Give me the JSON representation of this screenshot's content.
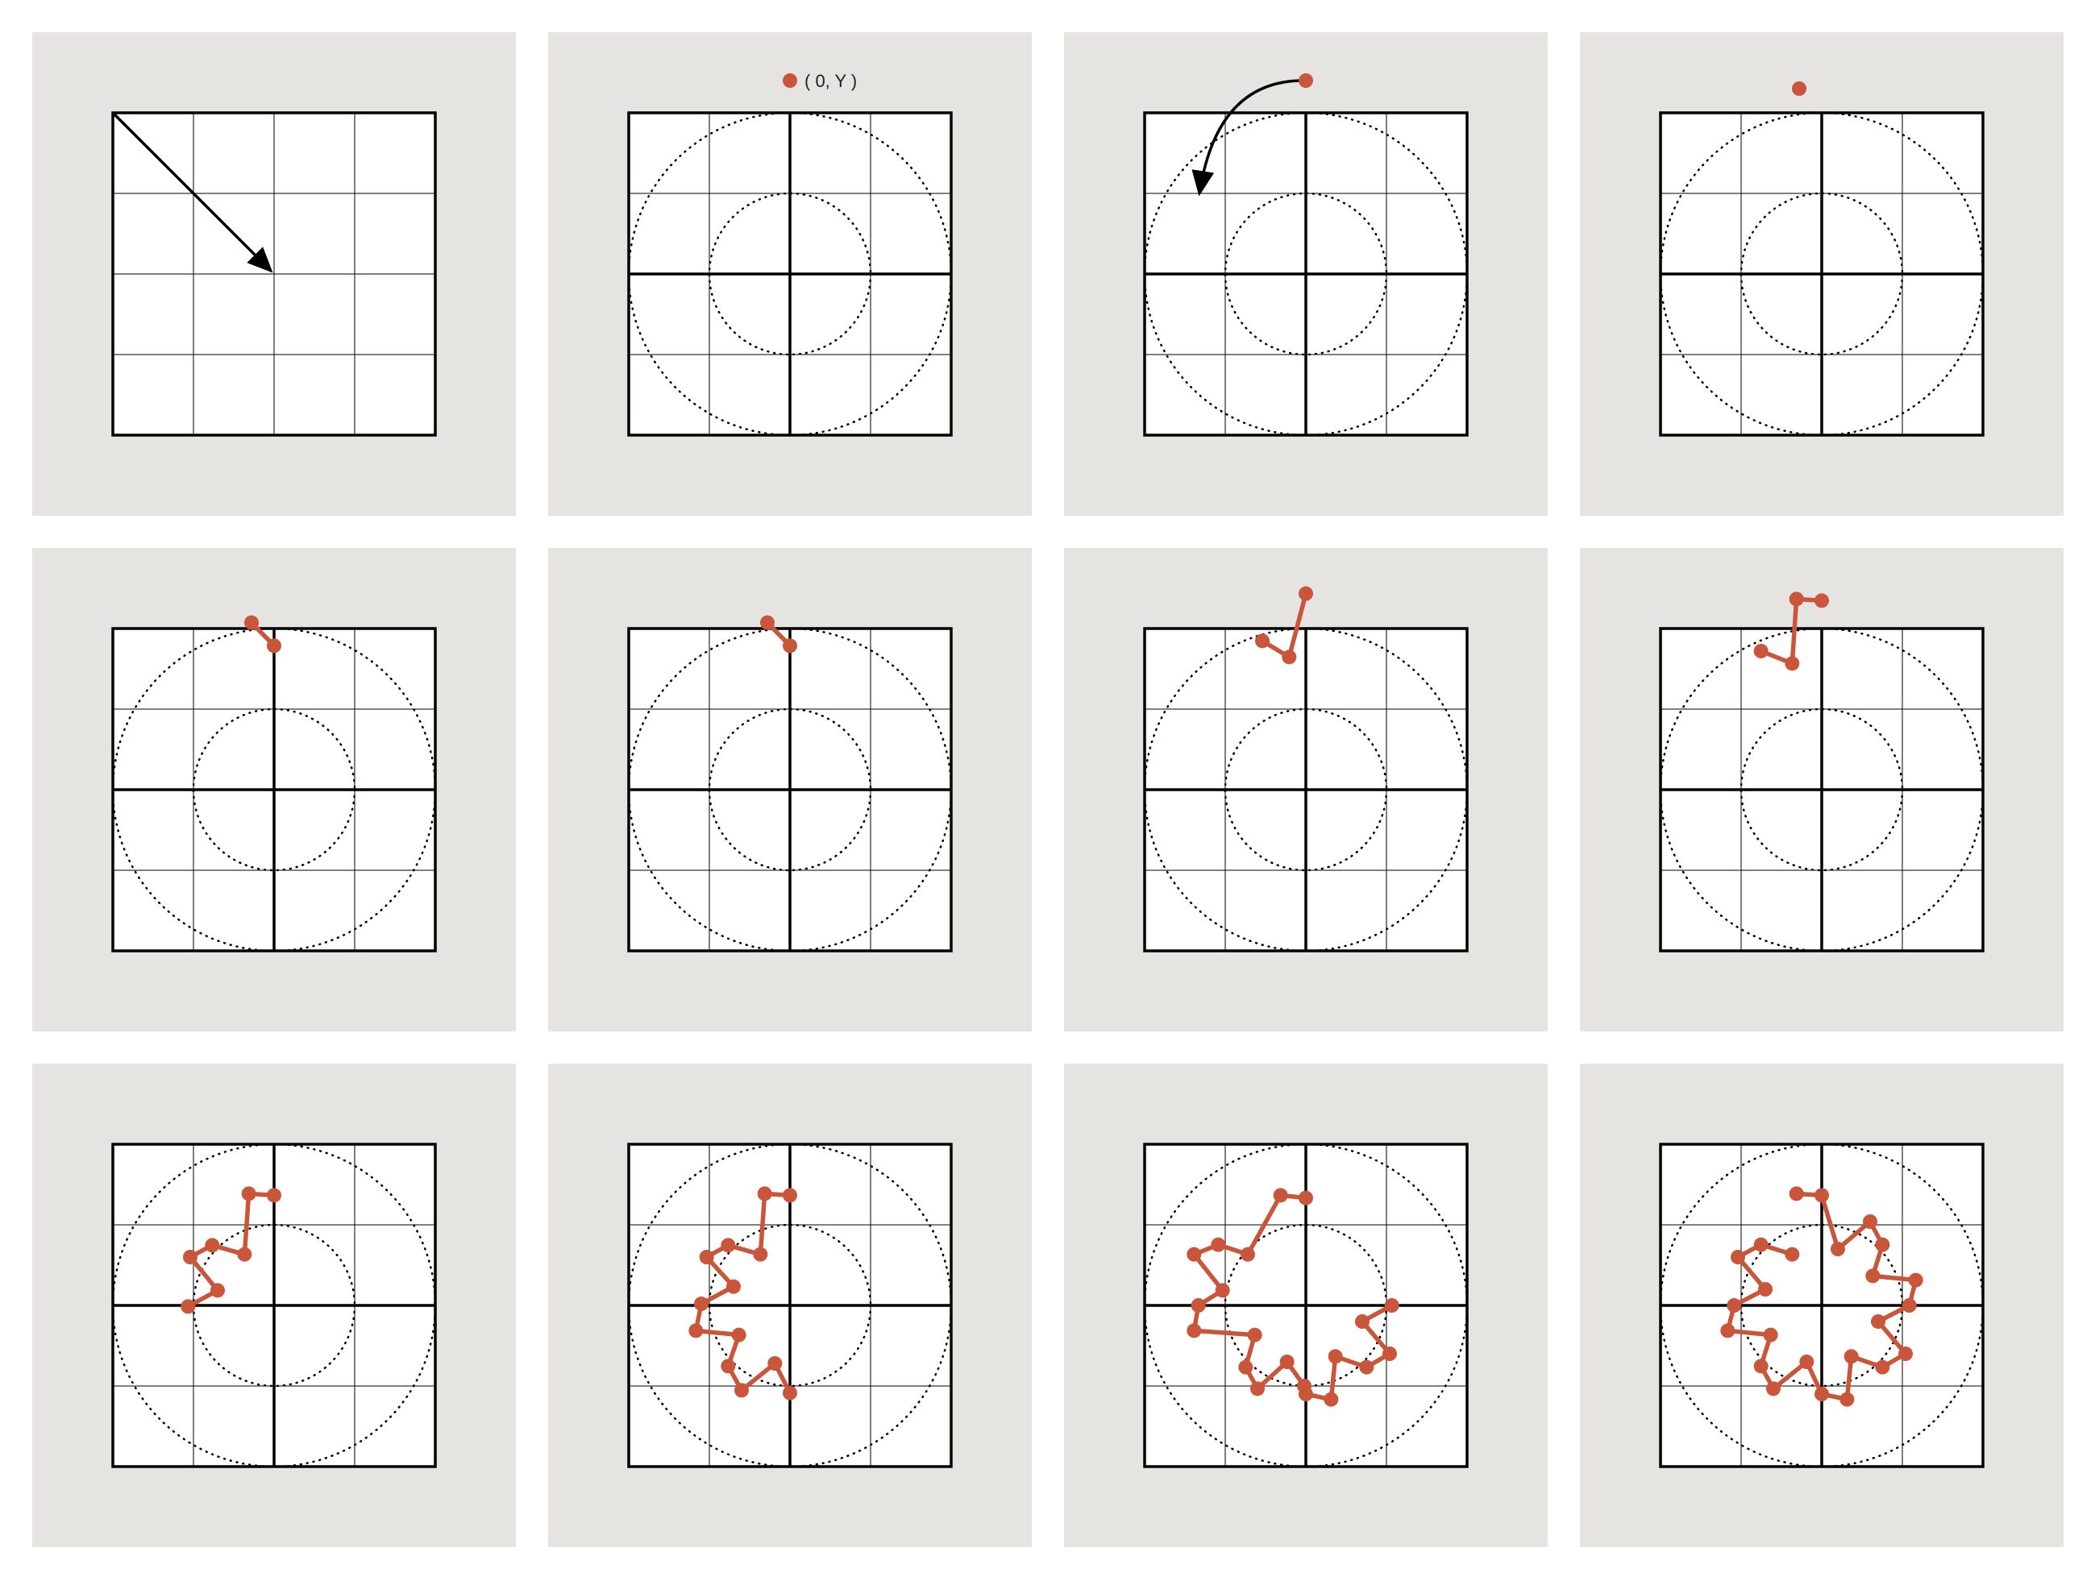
{
  "colors": {
    "panel_background": "#e5e4e0",
    "grid_background": "#ffffff",
    "grid_lines": "#000000",
    "path": "#c9553a"
  },
  "point_label": "( 0, Y )",
  "panels": [
    {
      "id": 1,
      "grid": "plain",
      "guides": false,
      "arrow": "diagonal",
      "points": []
    },
    {
      "id": 2,
      "grid": "axes",
      "guides": true,
      "label_point": true,
      "points": [
        [
          0,
          3.6
        ]
      ]
    },
    {
      "id": 3,
      "grid": "axes",
      "guides": true,
      "arrow": "rotate",
      "points": [
        [
          0,
          3.6
        ]
      ]
    },
    {
      "id": 4,
      "grid": "axes",
      "guides": true,
      "points": [
        [
          -0.42,
          3.45
        ]
      ]
    },
    {
      "id": 5,
      "grid": "axes",
      "guides": true,
      "points": [
        [
          -0.42,
          3.11
        ],
        [
          0,
          2.68
        ]
      ]
    },
    {
      "id": 6,
      "grid": "axes",
      "guides": true,
      "points": [
        [
          -0.42,
          3.11
        ],
        [
          0,
          2.68
        ]
      ]
    },
    {
      "id": 7,
      "grid": "axes",
      "guides": true,
      "points": [
        [
          -0.81,
          2.77
        ],
        [
          -0.31,
          2.47
        ],
        [
          0,
          3.65
        ]
      ]
    },
    {
      "id": 8,
      "grid": "axes",
      "guides": true,
      "points": [
        [
          -1.13,
          2.58
        ],
        [
          -0.55,
          2.35
        ],
        [
          -0.47,
          3.55
        ],
        [
          0,
          3.52
        ]
      ]
    },
    {
      "id": 9,
      "grid": "axes",
      "guides": true,
      "points": [
        [
          -1.6,
          -0.02
        ],
        [
          -1.05,
          0.28
        ],
        [
          -1.56,
          0.9
        ],
        [
          -1.15,
          1.12
        ],
        [
          -0.55,
          0.95
        ],
        [
          -0.47,
          2.08
        ],
        [
          0,
          2.05
        ]
      ]
    },
    {
      "id": 10,
      "grid": "axes",
      "guides": true,
      "points": [
        [
          0,
          -1.63
        ],
        [
          -0.28,
          -1.08
        ],
        [
          -0.9,
          -1.58
        ],
        [
          -1.15,
          -1.13
        ],
        [
          -0.95,
          -0.55
        ],
        [
          -1.75,
          -0.47
        ],
        [
          -1.65,
          0.03
        ],
        [
          -1.05,
          0.35
        ],
        [
          -1.55,
          0.9
        ],
        [
          -1.15,
          1.12
        ],
        [
          -0.55,
          0.95
        ],
        [
          -0.47,
          2.08
        ],
        [
          0,
          2.05
        ]
      ]
    },
    {
      "id": 11,
      "grid": "axes",
      "guides": true,
      "points": [
        [
          1.6,
          0
        ],
        [
          1.05,
          -0.3
        ],
        [
          1.56,
          -0.9
        ],
        [
          1.13,
          -1.15
        ],
        [
          0.55,
          -0.95
        ],
        [
          0.47,
          -1.75
        ],
        [
          0,
          -1.65
        ],
        [
          -0.03,
          -1.5
        ],
        [
          -0.35,
          -1.05
        ],
        [
          -0.9,
          -1.55
        ],
        [
          -1.12,
          -1.15
        ],
        [
          -0.95,
          -0.55
        ],
        [
          -2.08,
          -0.47
        ],
        [
          -2.0,
          0
        ],
        [
          -1.55,
          0.28
        ],
        [
          -2.08,
          0.95
        ],
        [
          -1.63,
          1.13
        ],
        [
          -1.08,
          0.95
        ],
        [
          -0.47,
          2.05
        ],
        [
          0,
          2.0
        ]
      ]
    },
    {
      "id": 12,
      "grid": "axes",
      "guides": true,
      "points": [
        [
          -0.47,
          2.08
        ],
        [
          0,
          2.05
        ],
        [
          0.3,
          1.05
        ],
        [
          0.9,
          1.56
        ],
        [
          1.13,
          1.13
        ],
        [
          0.95,
          0.55
        ],
        [
          1.75,
          0.47
        ],
        [
          1.63,
          0
        ],
        [
          1.05,
          -0.3
        ],
        [
          1.56,
          -0.9
        ],
        [
          1.13,
          -1.15
        ],
        [
          0.55,
          -0.95
        ],
        [
          0.47,
          -1.75
        ],
        [
          0,
          -1.65
        ],
        [
          -0.28,
          -1.05
        ],
        [
          -0.9,
          -1.55
        ],
        [
          -1.13,
          -1.13
        ],
        [
          -0.95,
          -0.55
        ],
        [
          -1.75,
          -0.47
        ],
        [
          -1.63,
          0
        ],
        [
          -1.05,
          0.3
        ],
        [
          -1.56,
          0.9
        ],
        [
          -1.13,
          1.13
        ],
        [
          -0.55,
          0.95
        ]
      ]
    }
  ]
}
